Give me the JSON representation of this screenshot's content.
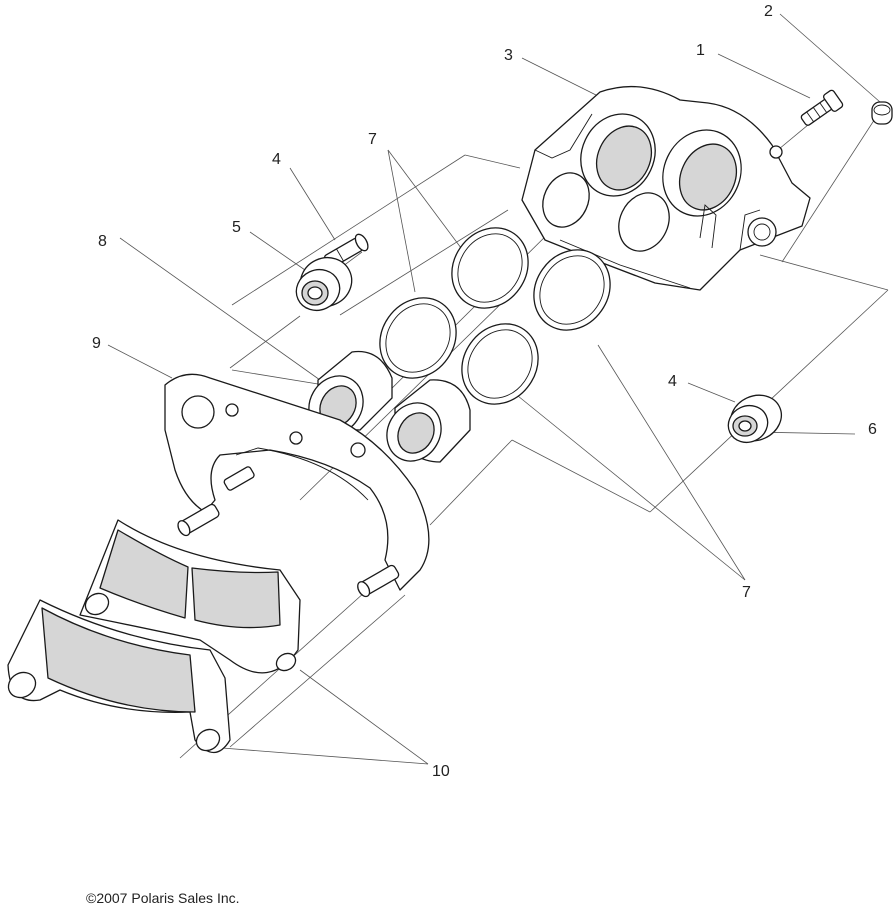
{
  "callouts": {
    "c1": "1",
    "c2": "2",
    "c3": "3",
    "c4a": "4",
    "c4b": "4",
    "c5": "5",
    "c6": "6",
    "c7a": "7",
    "c7b": "7",
    "c8": "8",
    "c9": "9",
    "c10": "10"
  },
  "copyright": "©2007 Polaris Sales Inc."
}
